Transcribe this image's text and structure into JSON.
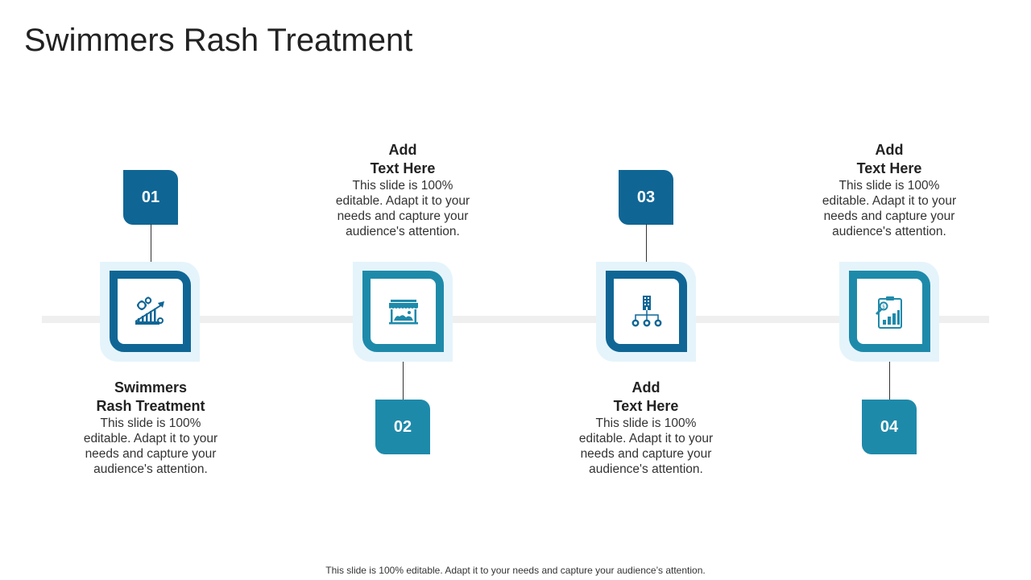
{
  "title": "Swimmers Rash Treatment",
  "footer": "This slide is 100% editable. Adapt it to your needs and capture your audience’s attention.",
  "colors": {
    "dark_blue": "#0f6695",
    "teal_blue": "#1e8aaa",
    "frame_light": "#e5f4fb",
    "timeline": "#efefef"
  },
  "steps": [
    {
      "number": "01",
      "icon": "growth-chart-gears-icon",
      "heading": "Swimmers\nRash Treatment",
      "body": "This slide is 100% editable. Adapt it to your needs and capture your audience's attention.",
      "position": "below"
    },
    {
      "number": "02",
      "icon": "storefront-icon",
      "heading": "Add\nText Here",
      "body": "This slide is 100% editable. Adapt it to your needs and capture your audience's attention.",
      "position": "above"
    },
    {
      "number": "03",
      "icon": "building-network-icon",
      "heading": "Add\nText Here",
      "body": "This slide is 100% editable. Adapt it to your needs and capture your audience's attention.",
      "position": "below"
    },
    {
      "number": "04",
      "icon": "clipboard-analytics-icon",
      "heading": "Add\nText Here",
      "body": "This slide is 100% editable. Adapt it to your needs and capture your audience's attention.",
      "position": "above"
    }
  ]
}
